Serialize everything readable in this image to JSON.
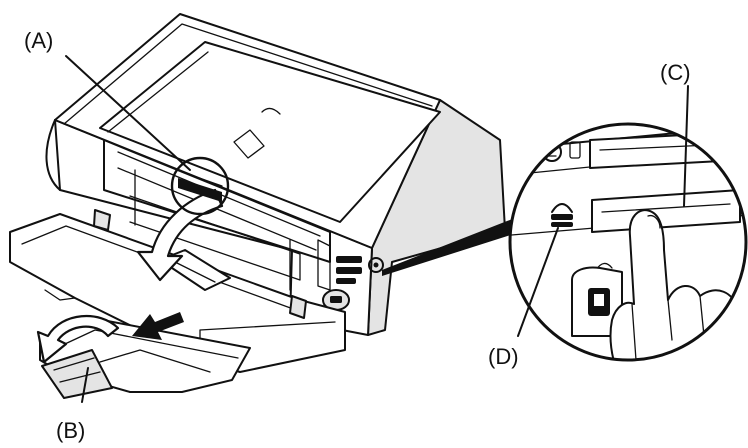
{
  "figure": {
    "callouts": {
      "a": "(A)",
      "b": "(B)",
      "c": "(C)",
      "d": "(D)"
    },
    "colors": {
      "line": "#111111",
      "fill": "#ffffff",
      "shade": "#e4e4e4"
    }
  }
}
